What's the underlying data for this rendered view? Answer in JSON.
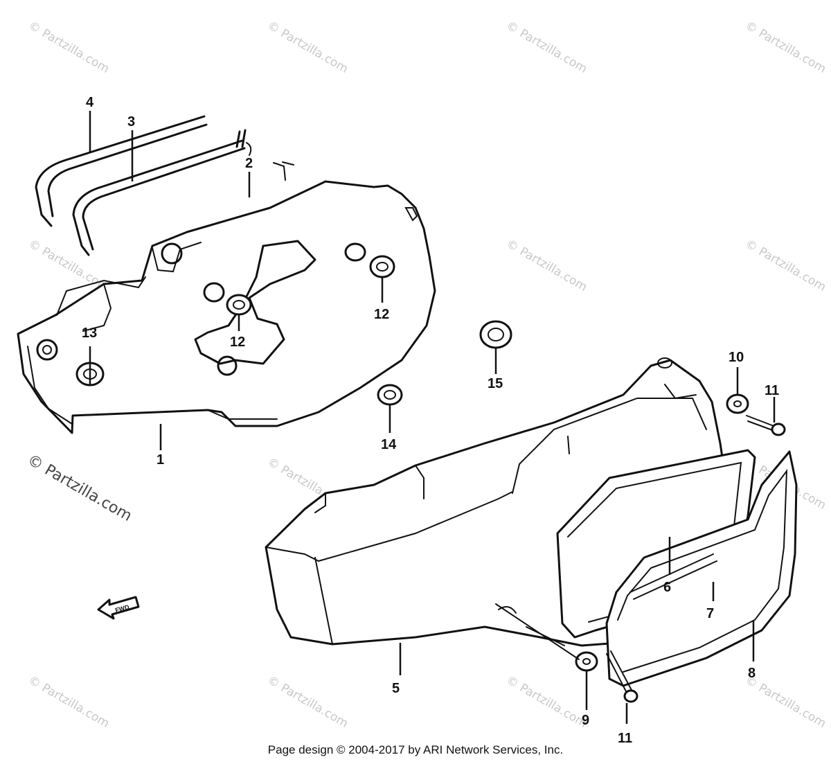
{
  "watermark_text": "© Partzilla.com",
  "watermark_large_text": "© Partzilla.com",
  "callouts": {
    "c1": "1",
    "c2": "2",
    "c3": "3",
    "c4": "4",
    "c5": "5",
    "c6": "6",
    "c7": "7",
    "c8": "8",
    "c9": "9",
    "c10": "10",
    "c11a": "11",
    "c11b": "11",
    "c12a": "12",
    "c12b": "12",
    "c13": "13",
    "c14": "14",
    "c15": "15"
  },
  "direction_arrow_label": "FWD",
  "footer": "Page design © 2004-2017 by ARI Network Services, Inc."
}
